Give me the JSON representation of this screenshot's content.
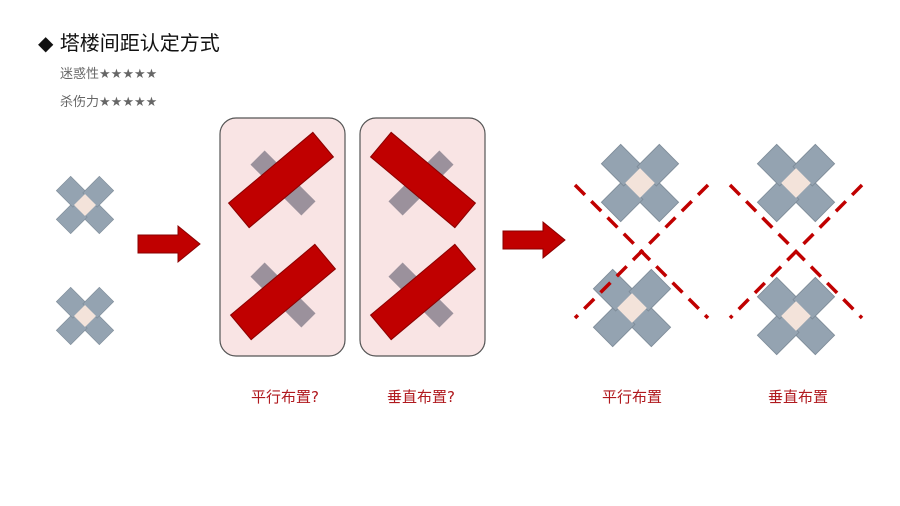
{
  "title": {
    "bullet": "◆",
    "text": "塔楼间距认定方式"
  },
  "ratings": [
    {
      "label": "迷惑性",
      "stars": "★★★★★"
    },
    {
      "label": "杀伤力",
      "stars": "★★★★★"
    }
  ],
  "labels": {
    "parallel_q": "平行布置?",
    "vertical_q": "垂直布置?",
    "parallel": "平行布置",
    "vertical": "垂直布置"
  },
  "colors": {
    "accent": "#c00000",
    "tower": "#94a3b1",
    "core": "#f3e3da",
    "panel": "#f9e4e4"
  }
}
